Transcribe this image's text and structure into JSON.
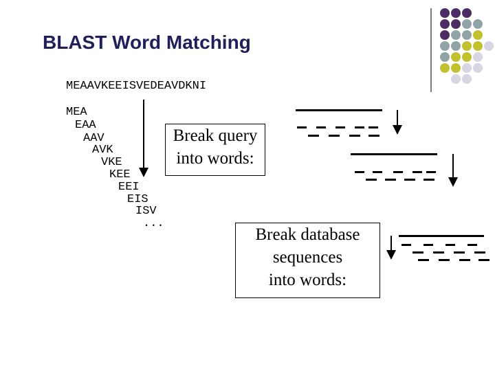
{
  "title": "BLAST Word Matching",
  "query_sequence": "MEAAVKEEISVEDEAVDKNI",
  "words": [
    "MEA",
    "EAA",
    "AAV",
    "AVK",
    "VKE",
    "KEE",
    "EEI",
    "EIS",
    "ISV",
    "..."
  ],
  "query_box": {
    "line1": "Break query",
    "line2": "into words:"
  },
  "database_box": {
    "line1": "Break database",
    "line2": "sequences",
    "line3": "into words:"
  },
  "colors": {
    "title": "#1f1f5c",
    "purple": "#4b2d63",
    "gray": "#8fa3a6",
    "olive": "#c0c12c",
    "light": "#d6d6e4"
  }
}
